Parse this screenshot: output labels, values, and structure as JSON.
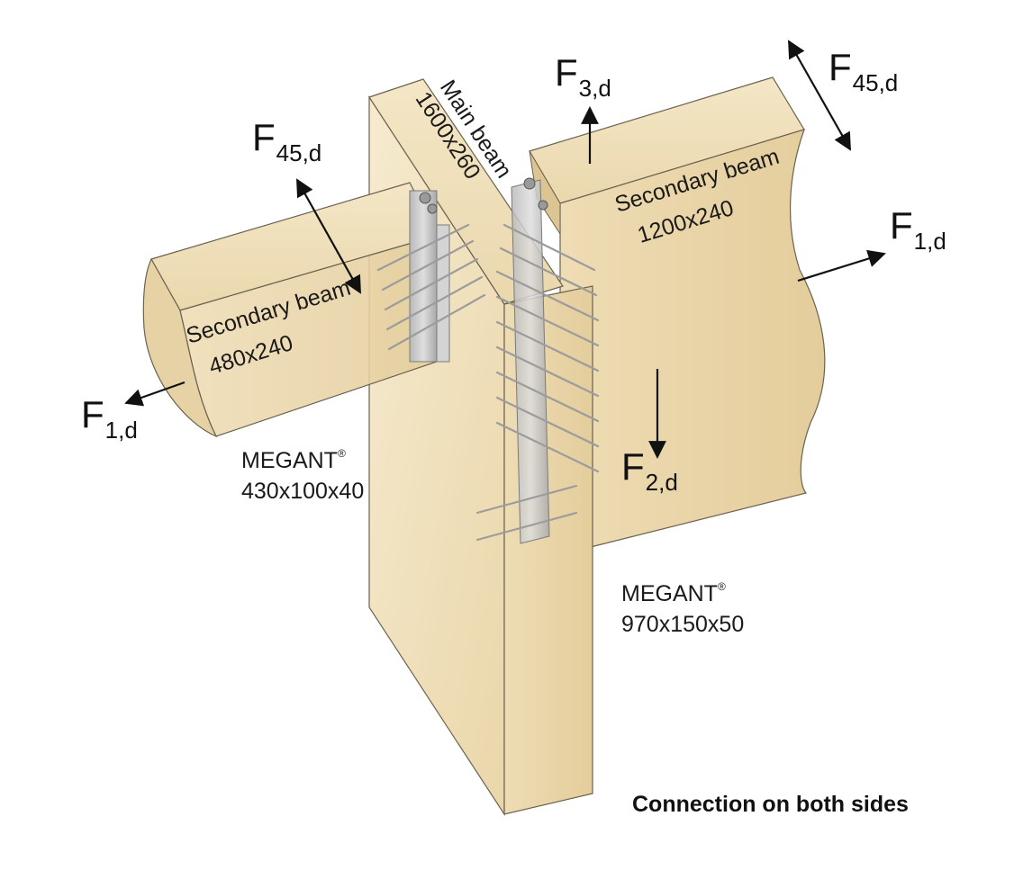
{
  "forces": {
    "f45_left": {
      "base": "F",
      "sub": "45,d"
    },
    "f45_right": {
      "base": "F",
      "sub": "45,d"
    },
    "f3": {
      "base": "F",
      "sub": "3,d"
    },
    "f1_right": {
      "base": "F",
      "sub": "1,d"
    },
    "f1_left": {
      "base": "F",
      "sub": "1,d"
    },
    "f2": {
      "base": "F",
      "sub": "2,d"
    }
  },
  "beams": {
    "main": {
      "name": "Main beam",
      "size": "1600x260"
    },
    "secondary_left": {
      "name": "Secondary beam",
      "size": "480x240"
    },
    "secondary_right": {
      "name": "Secondary beam",
      "size": "1200x240"
    }
  },
  "connectors": {
    "left": {
      "name": "MEGANT",
      "mark": "®",
      "size": "430x100x40"
    },
    "right": {
      "name": "MEGANT",
      "mark": "®",
      "size": "970x150x50"
    }
  },
  "caption": "Connection on both sides",
  "colors": {
    "wood_light": "#f3e6c4",
    "wood_mid": "#e9d6ad",
    "wood_dark": "#d9c08c",
    "edge": "#6b6250",
    "steel": "#c8c8c8",
    "arrow": "#111111"
  }
}
